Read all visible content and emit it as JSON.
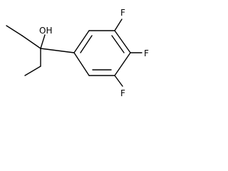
{
  "molecule": {
    "labels": {
      "hydroxyl": "OH",
      "fluorine_top": "F",
      "fluorine_middle": "F",
      "fluorine_bottom": "F"
    }
  }
}
